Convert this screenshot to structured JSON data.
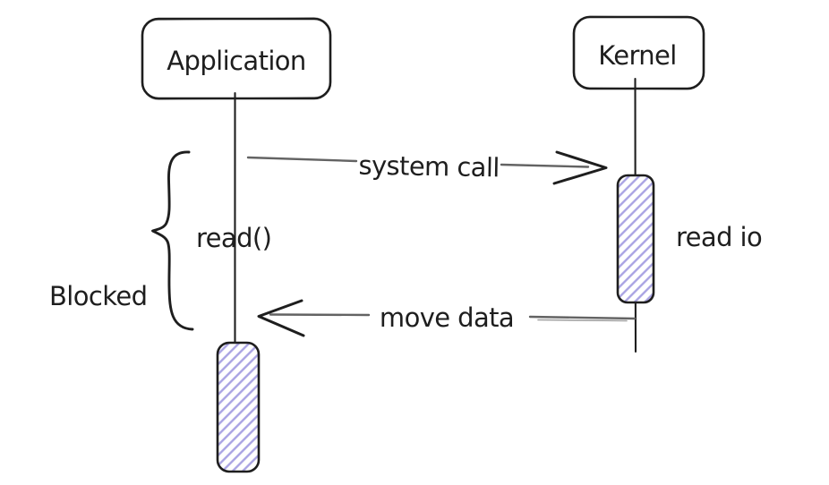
{
  "canvas": {
    "background": "#ffffff",
    "ink": "#1e1e1e",
    "shaft_gray": "#636363",
    "hatch_color": "#a9a3e3",
    "activation_bg": "#ffffff"
  },
  "actors": [
    {
      "label": "Application"
    },
    {
      "label": "Kernel"
    }
  ],
  "messages": [
    {
      "label": "system call",
      "from": "Application",
      "to": "Kernel"
    },
    {
      "label": "move data",
      "from": "Kernel",
      "to": "Application"
    }
  ],
  "activations": [
    {
      "lifeline": "Kernel",
      "label": "read io"
    },
    {
      "lifeline": "Application",
      "label": ""
    }
  ],
  "annotations": {
    "blocked_label": "Blocked",
    "call_label": "read()"
  }
}
